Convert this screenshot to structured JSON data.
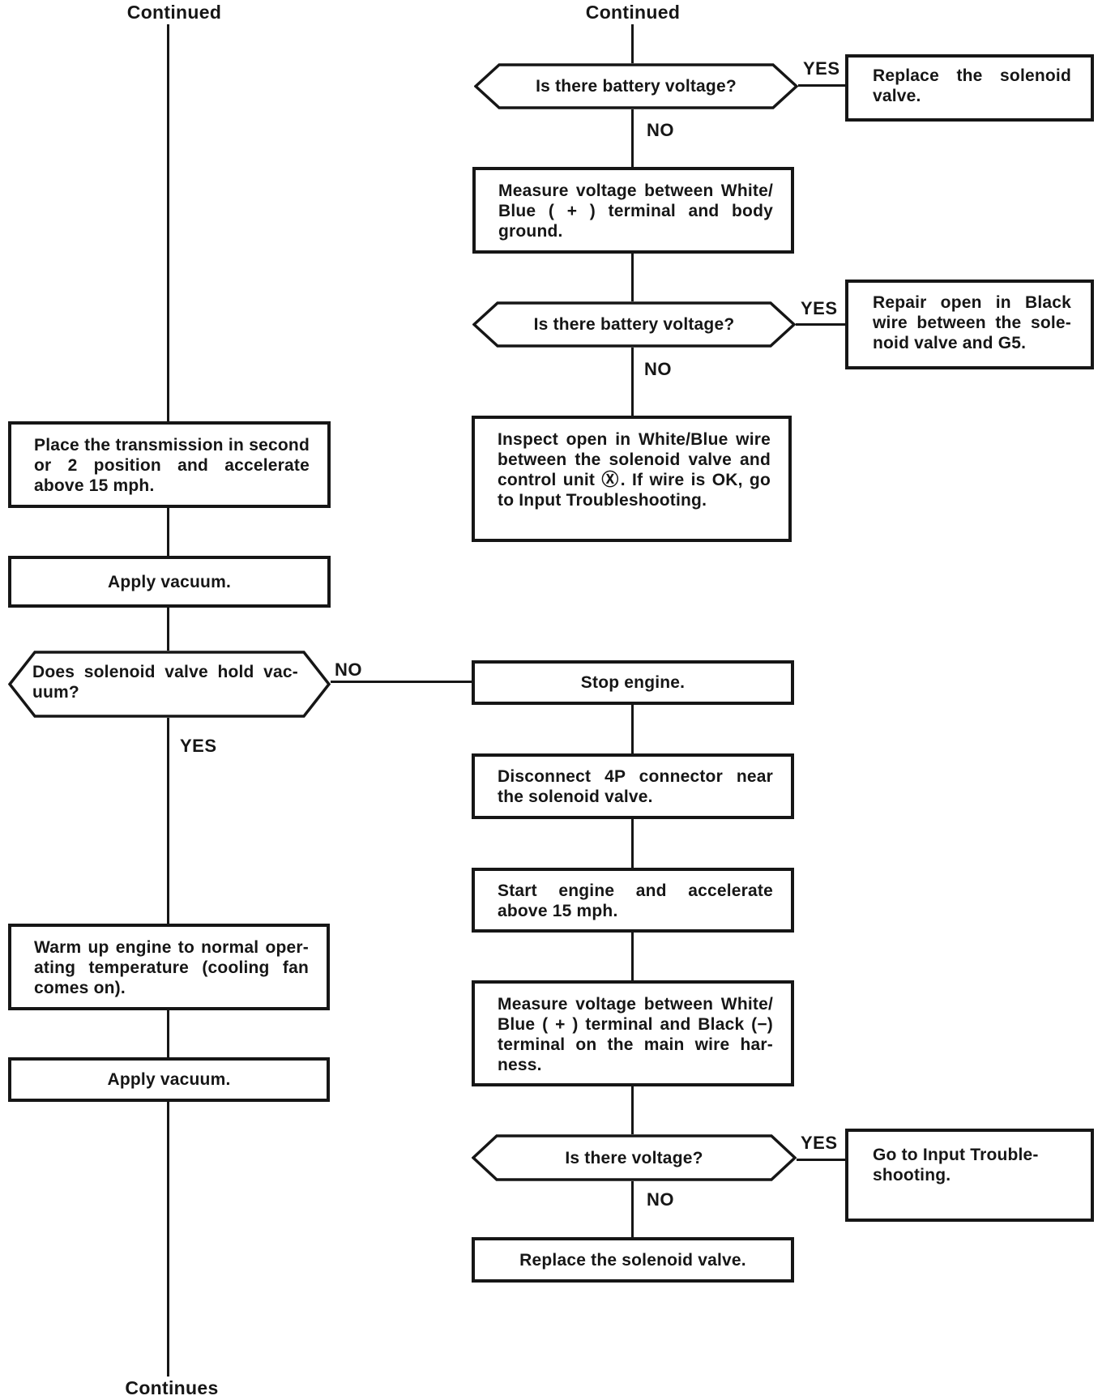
{
  "palette": {
    "ink": "#161616",
    "paper": "#ffffff"
  },
  "left": {
    "continued": "Continued",
    "continues": "Continues",
    "box_transmission": {
      "lines": [
        "Place the transmission in second",
        "or 2 position and accelerate",
        "above 15 mph."
      ]
    },
    "box_apply_vacuum_1": {
      "text": "Apply vacuum."
    },
    "hex_hold_vacuum": {
      "lines": [
        "Does solenoid valve hold vac-",
        "uum?"
      ],
      "no_label": "NO",
      "yes_label": "YES"
    },
    "box_warm_up": {
      "lines": [
        "Warm up engine to normal oper-",
        "ating temperature (cooling fan",
        "comes on)."
      ]
    },
    "box_apply_vacuum_2": {
      "text": "Apply vacuum."
    }
  },
  "right": {
    "continued": "Continued",
    "hex_battery_1": {
      "text": "Is there battery voltage?",
      "yes_label": "YES",
      "no_label": "NO"
    },
    "box_replace_solenoid_1": {
      "lines": [
        "Replace the solenoid",
        "valve."
      ]
    },
    "box_measure_body_ground": {
      "lines": [
        "Measure voltage between White/",
        "Blue ( + ) terminal and body",
        "ground."
      ]
    },
    "hex_battery_2": {
      "text": "Is there battery voltage?",
      "yes_label": "YES",
      "no_label": "NO"
    },
    "box_repair_open": {
      "lines": [
        "Repair open in Black",
        "wire between the sole-",
        "noid valve and G5."
      ]
    },
    "box_inspect_open": {
      "lines": [
        "Inspect open in White/Blue wire",
        "between the solenoid valve and",
        "control unit Ⓧ. If wire is OK, go",
        "to Input Troubleshooting."
      ]
    },
    "box_stop_engine": {
      "text": "Stop engine."
    },
    "box_disconnect": {
      "lines": [
        "Disconnect 4P connector near",
        "the solenoid valve."
      ]
    },
    "box_start_engine": {
      "lines": [
        "Start engine and accelerate",
        "above 15 mph."
      ]
    },
    "box_measure_harness": {
      "lines": [
        "Measure voltage between White/",
        "Blue ( + ) terminal and Black (−)",
        "terminal on the main wire har-",
        "ness."
      ]
    },
    "hex_voltage": {
      "text": "Is there voltage?",
      "yes_label": "YES",
      "no_label": "NO"
    },
    "box_go_input": {
      "lines": [
        "Go to Input Trouble-",
        "shooting."
      ]
    },
    "box_replace_solenoid_2": {
      "text": "Replace the solenoid valve."
    }
  }
}
